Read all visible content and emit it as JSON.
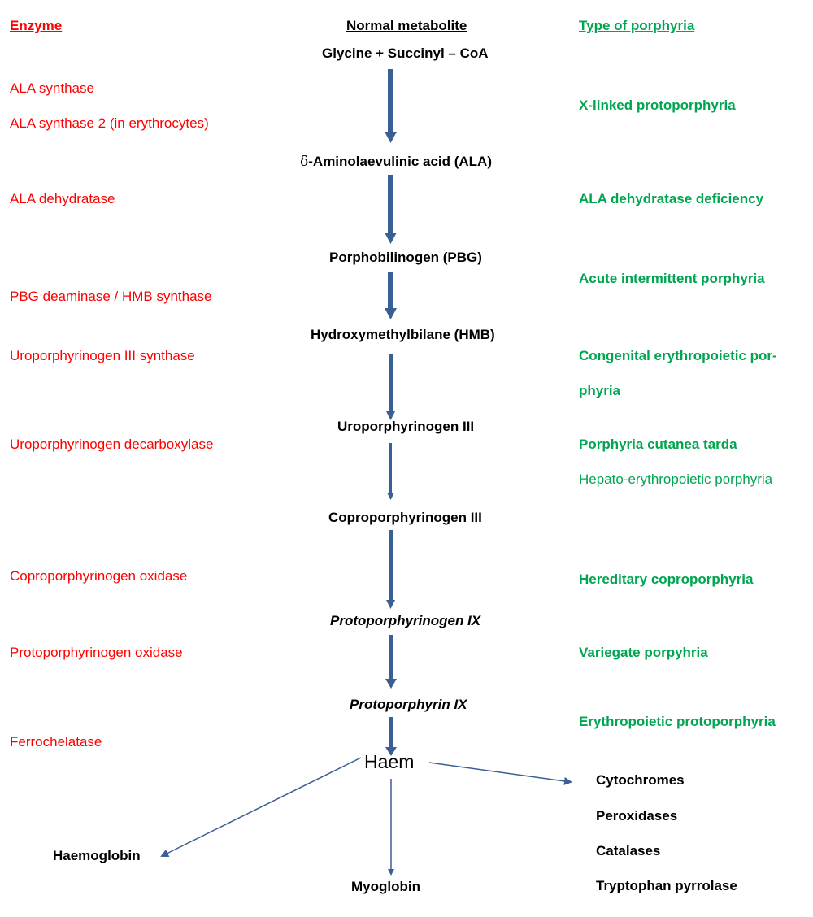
{
  "headers": {
    "enzyme": "Enzyme",
    "metabolite": "Normal metabolite",
    "porphyria": "Type of porphyria"
  },
  "metabolites": {
    "glycine_succinyl": "Glycine + Succinyl – CoA",
    "ala_symbol": "δ",
    "ala_text": "-Aminolaevulinic acid (ALA)",
    "pbg": "Porphobilinogen (PBG)",
    "hmb": "Hydroxymethylbilane (HMB)",
    "uro3": "Uroporphyrinogen III",
    "copro3": "Coproporphyrinogen III",
    "protogen9": "Protoporphyrinogen IX",
    "proto9": "Protoporphyrin IX",
    "haem": "Haem"
  },
  "enzymes": {
    "ala_synthase": "ALA synthase",
    "ala_synthase2": "ALA synthase 2 (in erythrocytes)",
    "ala_dehydratase": "ALA dehydratase",
    "pbg_deaminase": "PBG deaminase / HMB synthase",
    "uro3_synthase": "Uroporphyrinogen III synthase",
    "uro_decarboxylase": "Uroporphyrinogen decarboxylase",
    "copro_oxidase": "Coproporphyrinogen oxidase",
    "proto_oxidase": "Protoporphyrinogen oxidase",
    "ferrochelatase": "Ferrochelatase"
  },
  "porphyrias": {
    "x_linked": "X-linked protoporphyria",
    "ala_deficiency": "ALA dehydratase deficiency",
    "acute_intermittent": "Acute intermittent porphyria",
    "congenital_line1": "Congenital erythropoietic por-",
    "congenital_line2": "phyria",
    "cutanea_tarda": "Porphyria cutanea tarda",
    "hepato": "Hepato-erythropoietic porphyria",
    "hereditary_copro": "Hereditary coproporphyria",
    "variegate": "Variegate porpyhria",
    "erythropoietic_proto": "Erythropoietic  protoporphyria"
  },
  "products": {
    "haemoglobin": "Haemoglobin",
    "myoglobin": "Myoglobin",
    "cytochromes": "Cytochromes",
    "peroxidases": "Peroxidases",
    "catalases": "Catalases",
    "tryptophan": "Tryptophan pyrrolase"
  },
  "colors": {
    "enzyme": "#ff0000",
    "porphyria": "#00a550",
    "metabolite": "#000000",
    "arrow": "#3a5f95"
  }
}
